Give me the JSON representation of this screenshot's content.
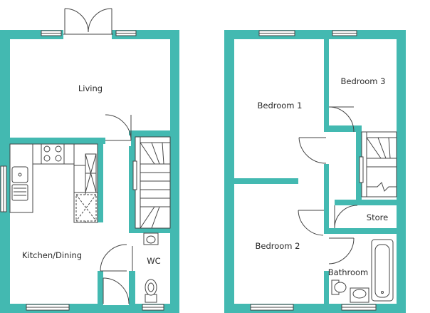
{
  "ground_floor": {
    "rooms": {
      "living": "Living",
      "kitchen_dining": "Kitchen/Dining",
      "wc": "WC"
    }
  },
  "first_floor": {
    "rooms": {
      "bedroom_1": "Bedroom 1",
      "bedroom_2": "Bedroom 2",
      "bedroom_3": "Bedroom 3",
      "store": "Store",
      "bathroom": "Bathroom"
    }
  },
  "colors": {
    "wall": "#43b9b1",
    "line": "#444444",
    "background": "#ffffff"
  }
}
